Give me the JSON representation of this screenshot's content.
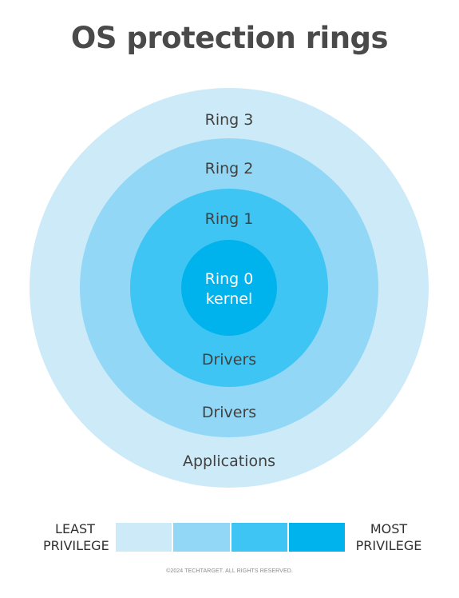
{
  "title": "OS protection rings",
  "rings": [
    {
      "name": "Ring 3",
      "inner_label": "Applications",
      "color": "#cdeaf8"
    },
    {
      "name": "Ring 2",
      "inner_label": "Drivers",
      "color": "#92d8f6"
    },
    {
      "name": "Ring 1",
      "inner_label": "Drivers",
      "color": "#3ec5f3"
    },
    {
      "name": "Ring 0",
      "inner_label": "kernel",
      "color": "#00b3ec"
    }
  ],
  "legend": {
    "left_line1": "LEAST",
    "left_line2": "PRIVILEGE",
    "right_line1": "MOST",
    "right_line2": "PRIVILEGE",
    "colors": [
      "#cdeaf8",
      "#92d8f6",
      "#3ec5f3",
      "#00b3ec"
    ]
  },
  "copyright": "©2024 TECHTARGET. ALL RIGHTS RESERVED."
}
